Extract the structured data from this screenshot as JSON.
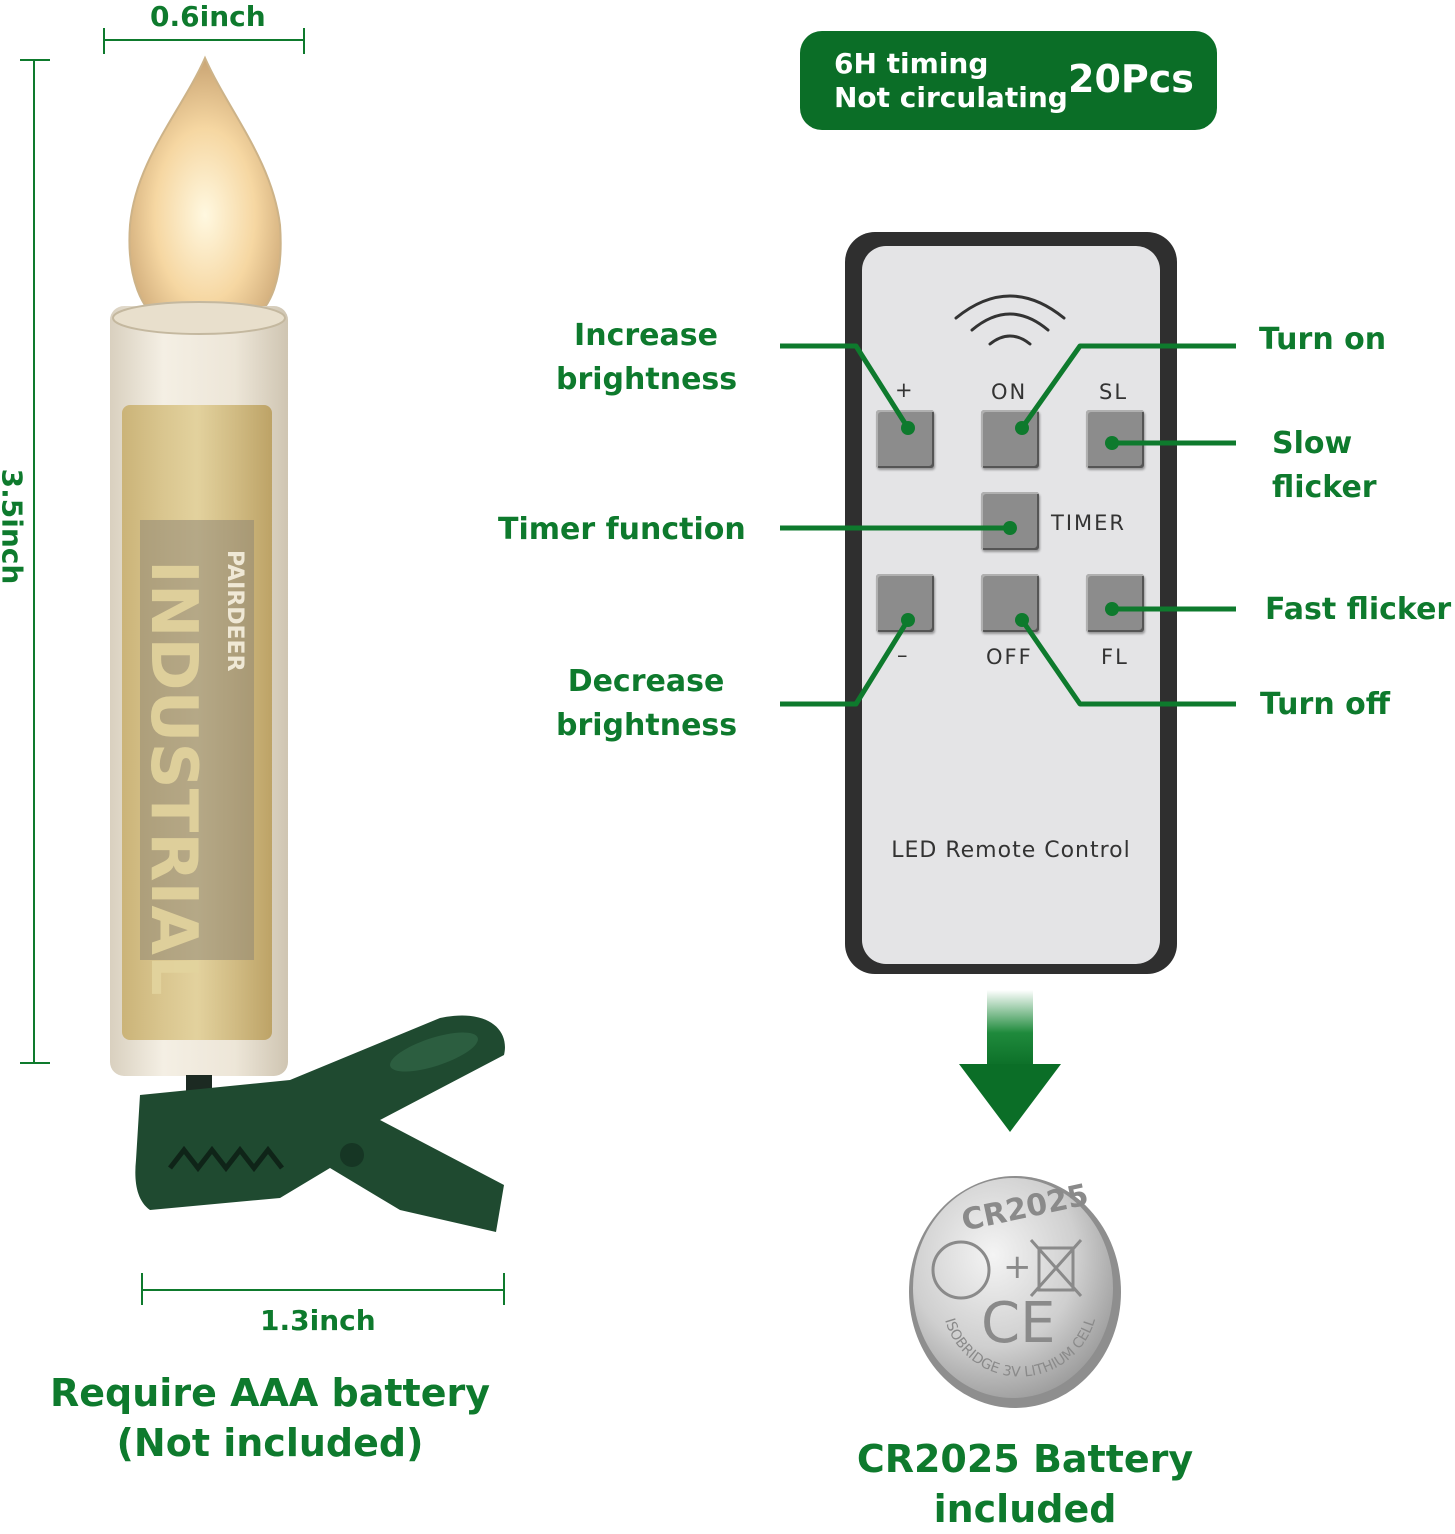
{
  "dimensions": {
    "width_top": "0.6inch",
    "height": "3.5inch",
    "width_bottom": "1.3inch"
  },
  "badge": {
    "line1": "6H timing",
    "line2": "Not circulating",
    "count": "20Pcs"
  },
  "candle": {
    "battery_brand": "PAIRDEER",
    "battery_print": "INDUSTRIAL"
  },
  "remote": {
    "buttons": {
      "plus": "+",
      "on": "ON",
      "sl": "SL",
      "timer": "TIMER",
      "minus": "–",
      "off": "OFF",
      "fl": "FL"
    },
    "caption": "LED Remote Control"
  },
  "callouts": {
    "increase": [
      "Increase",
      "brightness"
    ],
    "turn_on": "Turn on",
    "slow_flicker": "Slow flicker",
    "timer_function": "Timer function",
    "fast_flicker": "Fast flicker",
    "decrease": [
      "Decrease",
      "brightness"
    ],
    "turn_off": "Turn off"
  },
  "coin_cell": {
    "model": "CR2025",
    "rim_text": "ISOBRIDGE 3V LITHIUM CELL"
  },
  "footer": {
    "left_line1": "Require AAA battery",
    "left_line2": "(Not included)",
    "right": "CR2025 Battery included"
  },
  "colors": {
    "accent_green": "#0e7a2d",
    "badge_green": "#0b6e27",
    "remote_frame": "#2f2f2f",
    "remote_face": "#e4e4e6"
  }
}
